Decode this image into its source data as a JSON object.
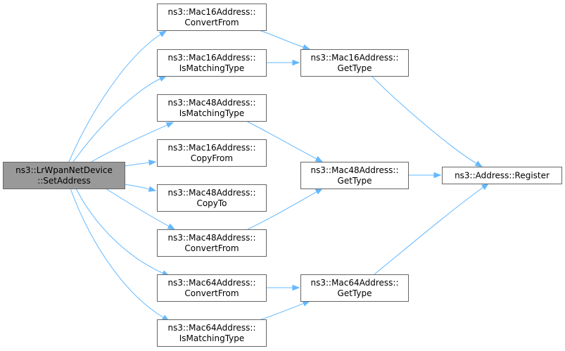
{
  "graph": {
    "nodes": [
      {
        "id": "root",
        "lines": [
          "ns3::LrWpanNetDevice",
          "::SetAddress"
        ],
        "highlight": true
      },
      {
        "id": "m16_convertfrom",
        "lines": [
          "ns3::Mac16Address::",
          "ConvertFrom"
        ]
      },
      {
        "id": "m16_ismatching",
        "lines": [
          "ns3::Mac16Address::",
          "IsMatchingType"
        ]
      },
      {
        "id": "m48_ismatching",
        "lines": [
          "ns3::Mac48Address::",
          "IsMatchingType"
        ]
      },
      {
        "id": "m16_copyfrom",
        "lines": [
          "ns3::Mac16Address::",
          "CopyFrom"
        ]
      },
      {
        "id": "m48_copyto",
        "lines": [
          "ns3::Mac48Address::",
          "CopyTo"
        ]
      },
      {
        "id": "m48_convertfrom",
        "lines": [
          "ns3::Mac48Address::",
          "ConvertFrom"
        ]
      },
      {
        "id": "m64_convertfrom",
        "lines": [
          "ns3::Mac64Address::",
          "ConvertFrom"
        ]
      },
      {
        "id": "m64_ismatching",
        "lines": [
          "ns3::Mac64Address::",
          "IsMatchingType"
        ]
      },
      {
        "id": "m16_gettype",
        "lines": [
          "ns3::Mac16Address::",
          "GetType"
        ]
      },
      {
        "id": "m48_gettype",
        "lines": [
          "ns3::Mac48Address::",
          "GetType"
        ]
      },
      {
        "id": "m64_gettype",
        "lines": [
          "ns3::Mac64Address::",
          "GetType"
        ]
      },
      {
        "id": "addr_register",
        "lines": [
          "ns3::Address::Register"
        ]
      }
    ],
    "edges": [
      {
        "from": "root",
        "to": "m16_convertfrom"
      },
      {
        "from": "root",
        "to": "m16_ismatching"
      },
      {
        "from": "root",
        "to": "m48_ismatching"
      },
      {
        "from": "root",
        "to": "m16_copyfrom"
      },
      {
        "from": "root",
        "to": "m48_copyto"
      },
      {
        "from": "root",
        "to": "m48_convertfrom"
      },
      {
        "from": "root",
        "to": "m64_convertfrom"
      },
      {
        "from": "root",
        "to": "m64_ismatching"
      },
      {
        "from": "m16_convertfrom",
        "to": "m16_gettype"
      },
      {
        "from": "m16_ismatching",
        "to": "m16_gettype"
      },
      {
        "from": "m48_ismatching",
        "to": "m48_gettype"
      },
      {
        "from": "m48_convertfrom",
        "to": "m48_gettype"
      },
      {
        "from": "m64_convertfrom",
        "to": "m64_gettype"
      },
      {
        "from": "m64_ismatching",
        "to": "m64_gettype"
      },
      {
        "from": "m16_gettype",
        "to": "addr_register"
      },
      {
        "from": "m48_gettype",
        "to": "addr_register"
      },
      {
        "from": "m64_gettype",
        "to": "addr_register"
      }
    ],
    "colors": {
      "edge": "#63b8ff",
      "node_border": "#666666",
      "node_fill": "#ffffff",
      "root_fill": "#999999",
      "text": "#000000"
    }
  }
}
